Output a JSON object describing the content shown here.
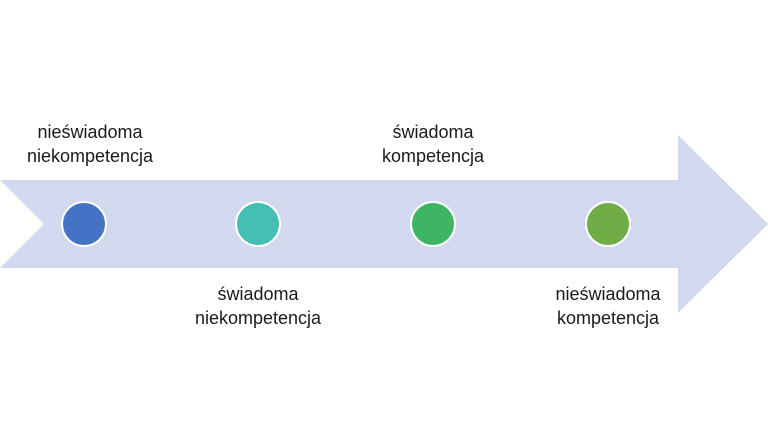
{
  "diagram": {
    "arrow_color": "#d2d8ee",
    "stages": [
      {
        "label": "nieświadoma\nniekompetencja",
        "color": "#4472c4",
        "position": "above"
      },
      {
        "label": "świadoma\nniekompetencja",
        "color": "#45bfb4",
        "position": "below"
      },
      {
        "label": "świadoma\nkompetencja",
        "color": "#3fb463",
        "position": "above"
      },
      {
        "label": "nieświadoma\nkompetencja",
        "color": "#70ad47",
        "position": "below"
      }
    ]
  }
}
